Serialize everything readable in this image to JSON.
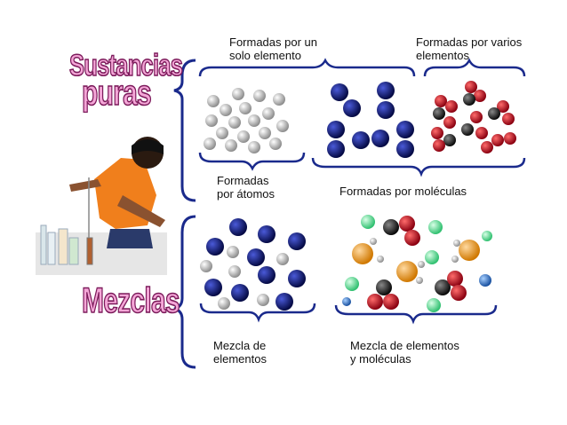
{
  "titles": {
    "pure_line1": "Sustancias",
    "pure_line2": "puras",
    "mixtures": "Mezclas"
  },
  "labels": {
    "single_element": "Formadas por un\nsolo elemento",
    "several_elements": "Formadas por varios\nelementos",
    "by_atoms": "Formadas\npor átomos",
    "by_molecules": "Formadas por moléculas",
    "mix_elements": "Mezcla de\nelementos",
    "mix_elements_molecules": "Mezcla de elementos\ny moléculas"
  },
  "colors": {
    "title_fill": "#f4a6d7",
    "title_outline": "#7b1a5a",
    "brace": "#1a2a8c",
    "atom_gray": "#b0b0b0",
    "atom_navy": "#0d1466",
    "atom_red": "#c8102e",
    "atom_black": "#222222",
    "atom_green": "#6fe3a0",
    "atom_orange": "#f0a020",
    "atom_blue": "#3070c0",
    "shirt": "#f07f1c"
  },
  "icons": {
    "photo": "student-with-lab-glassware"
  }
}
